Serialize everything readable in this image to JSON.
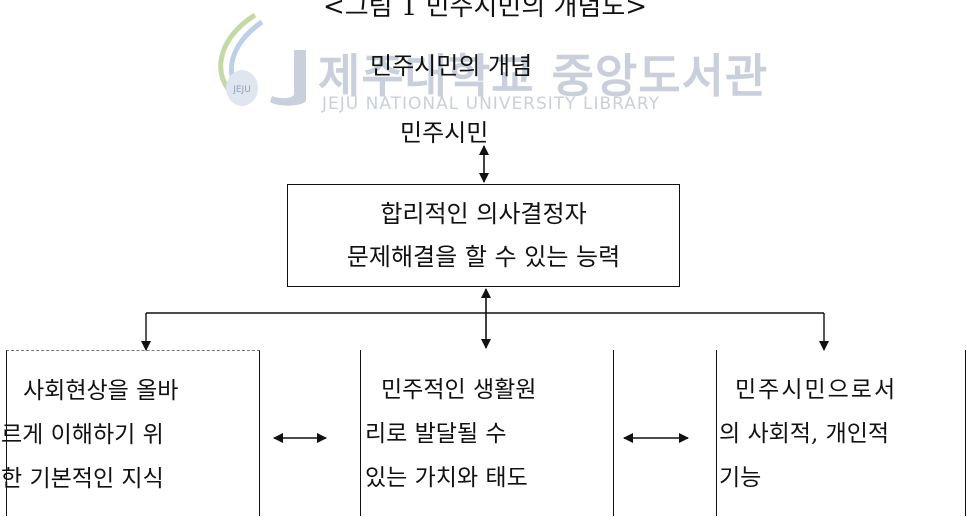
{
  "caption": "<그림 1 민주시민의 개념도>",
  "watermark": {
    "title": "제주대학교 중앙도서관",
    "subtitle": "JEJU NATIONAL UNIVERSITY LIBRARY",
    "logo_text": "JEJU"
  },
  "diagram": {
    "concept_title": "민주시민의 개념",
    "citizen_label": "민주시민",
    "top_box": {
      "line1": "합리적인 의사결정자",
      "line2": "문제해결을 할 수 있는 능력"
    },
    "left_box": {
      "line1": "사회현상을  올바",
      "line2": "르게 이해하기 위",
      "line3": "한 기본적인 지식"
    },
    "middle_box": {
      "line1": "민주적인  생활원",
      "line2": "리로  발달될  수",
      "line3": "있는 가치와 태도"
    },
    "right_box": {
      "line1": "민주시민으로서",
      "line2": "의 사회적, 개인적",
      "line3": "기능"
    }
  },
  "colors": {
    "ink": "#111111",
    "watermark": "#c9d0db",
    "logo_green": "#9fbf6a",
    "logo_blue": "#8fb0d8"
  }
}
